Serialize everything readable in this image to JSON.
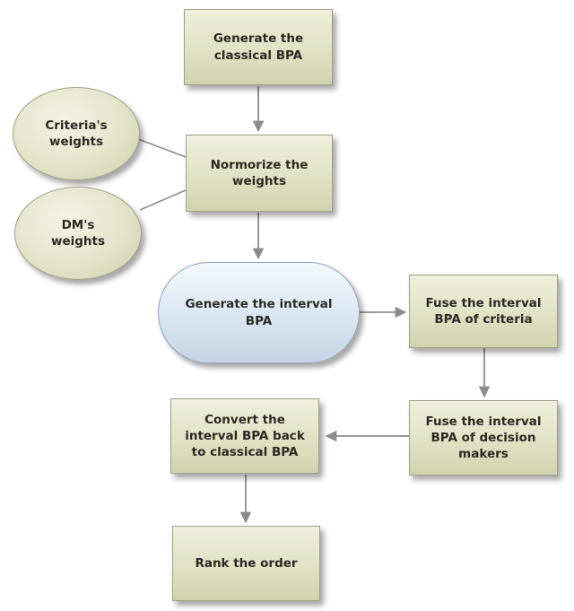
{
  "nodes": {
    "generate_classical": "Generate the classical BPA",
    "criteria_weights": "Criteria's weights",
    "normalize_weights": "Normorize the weights",
    "dm_weights": "DM's weights",
    "generate_interval": "Generate the interval BPA",
    "fuse_criteria": "Fuse the interval BPA of criteria",
    "fuse_decision_makers": "Fuse the interval BPA of decision makers",
    "convert_back": "Convert the interval BPA back to classical BPA",
    "rank_order": "Rank the order"
  },
  "colors": {
    "box_fill": "#dfe3c4",
    "pill_fill": "#d9e6f2",
    "connector": "#8c8c8c",
    "text": "#2a2a22"
  }
}
